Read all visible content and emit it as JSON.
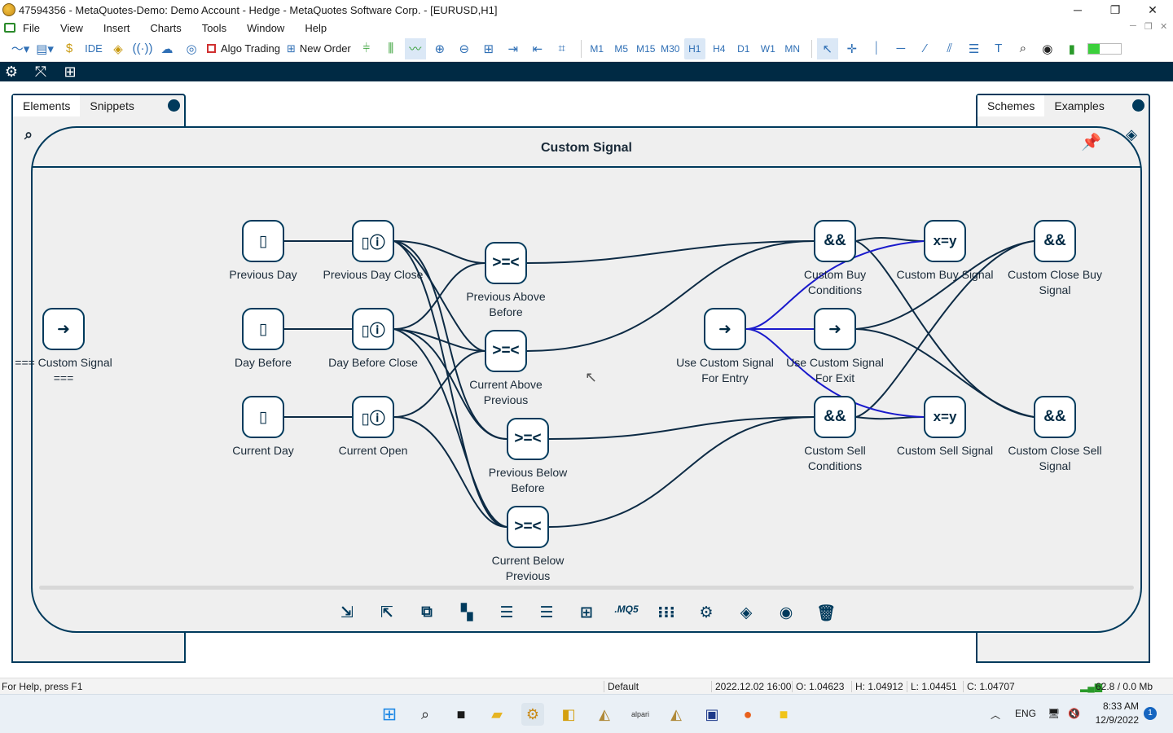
{
  "window": {
    "title": "47594356 - MetaQuotes-Demo: Demo Account - Hedge - MetaQuotes Software Corp. - [EURUSD,H1]"
  },
  "menu": [
    "File",
    "View",
    "Insert",
    "Charts",
    "Tools",
    "Window",
    "Help"
  ],
  "toolbar": {
    "ide_label": "IDE",
    "algo_trading_label": "Algo Trading",
    "new_order_label": "New Order",
    "timeframes": [
      "M1",
      "M5",
      "M15",
      "M30",
      "H1",
      "H4",
      "D1",
      "W1",
      "MN"
    ],
    "active_timeframe": "H1"
  },
  "left_panel": {
    "tabs": [
      "Elements",
      "Snippets"
    ],
    "active_tab": "Elements"
  },
  "right_panel": {
    "tabs": [
      "Schemes",
      "Examples"
    ],
    "active_tab": "Schemes"
  },
  "modal": {
    "title": "Custom Signal"
  },
  "nodes": {
    "custom_signal_start": {
      "icon": "→",
      "label": "=== Custom Signal ==="
    },
    "previous_day": {
      "icon": "candle",
      "label": "Previous Day"
    },
    "day_before": {
      "icon": "candle",
      "label": "Day Before"
    },
    "current_day": {
      "icon": "candle",
      "label": "Current Day"
    },
    "previous_day_close": {
      "icon": "candle-info",
      "label": "Previous Day Close"
    },
    "day_before_close": {
      "icon": "candle-info",
      "label": "Day Before Close"
    },
    "current_open": {
      "icon": "candle-info",
      "label": "Current Open"
    },
    "previous_above_before": {
      "icon": ">=<",
      "label": "Previous Above Before"
    },
    "current_above_previous": {
      "icon": ">=<",
      "label": "Current Above Previous"
    },
    "previous_below_before": {
      "icon": ">=<",
      "label": "Previous Below Before"
    },
    "current_below_previous": {
      "icon": ">=<",
      "label": "Current Below Previous"
    },
    "use_custom_signal_for_entry": {
      "icon": "→",
      "label": "Use Custom Signal For Entry"
    },
    "custom_buy_conditions": {
      "icon": "&&",
      "label": "Custom Buy Conditions"
    },
    "use_custom_signal_for_exit": {
      "icon": "→",
      "label": "Use Custom Signal For Exit"
    },
    "custom_sell_conditions": {
      "icon": "&&",
      "label": "Custom Sell Conditions"
    },
    "custom_buy_signal": {
      "icon": "x=y",
      "label": "Custom Buy Signal"
    },
    "custom_sell_signal": {
      "icon": "x=y",
      "label": "Custom Sell Signal"
    },
    "custom_close_buy_signal": {
      "icon": "&&",
      "label": "Custom Close Buy Signal"
    },
    "custom_close_sell_signal": {
      "icon": "&&",
      "label": "Custom Close Sell Signal"
    }
  },
  "status": {
    "help": "For Help, press F1",
    "profile": "Default",
    "datetime": "2022.12.02 16:00",
    "open": "O: 1.04623",
    "high": "H: 1.04912",
    "low": "L: 1.04451",
    "close": "C: 1.04707",
    "traffic": "62.8 / 0.0 Mb"
  },
  "taskbar": {
    "lang": "ENG",
    "time": "8:33 AM",
    "date": "12/9/2022",
    "notifications": "1",
    "alpari_label": "alpari"
  },
  "colors": {
    "navy": "#003a5c",
    "link": "#0d2b45",
    "exec_link": "#1a1acc",
    "accent": "#2f6fb5"
  }
}
